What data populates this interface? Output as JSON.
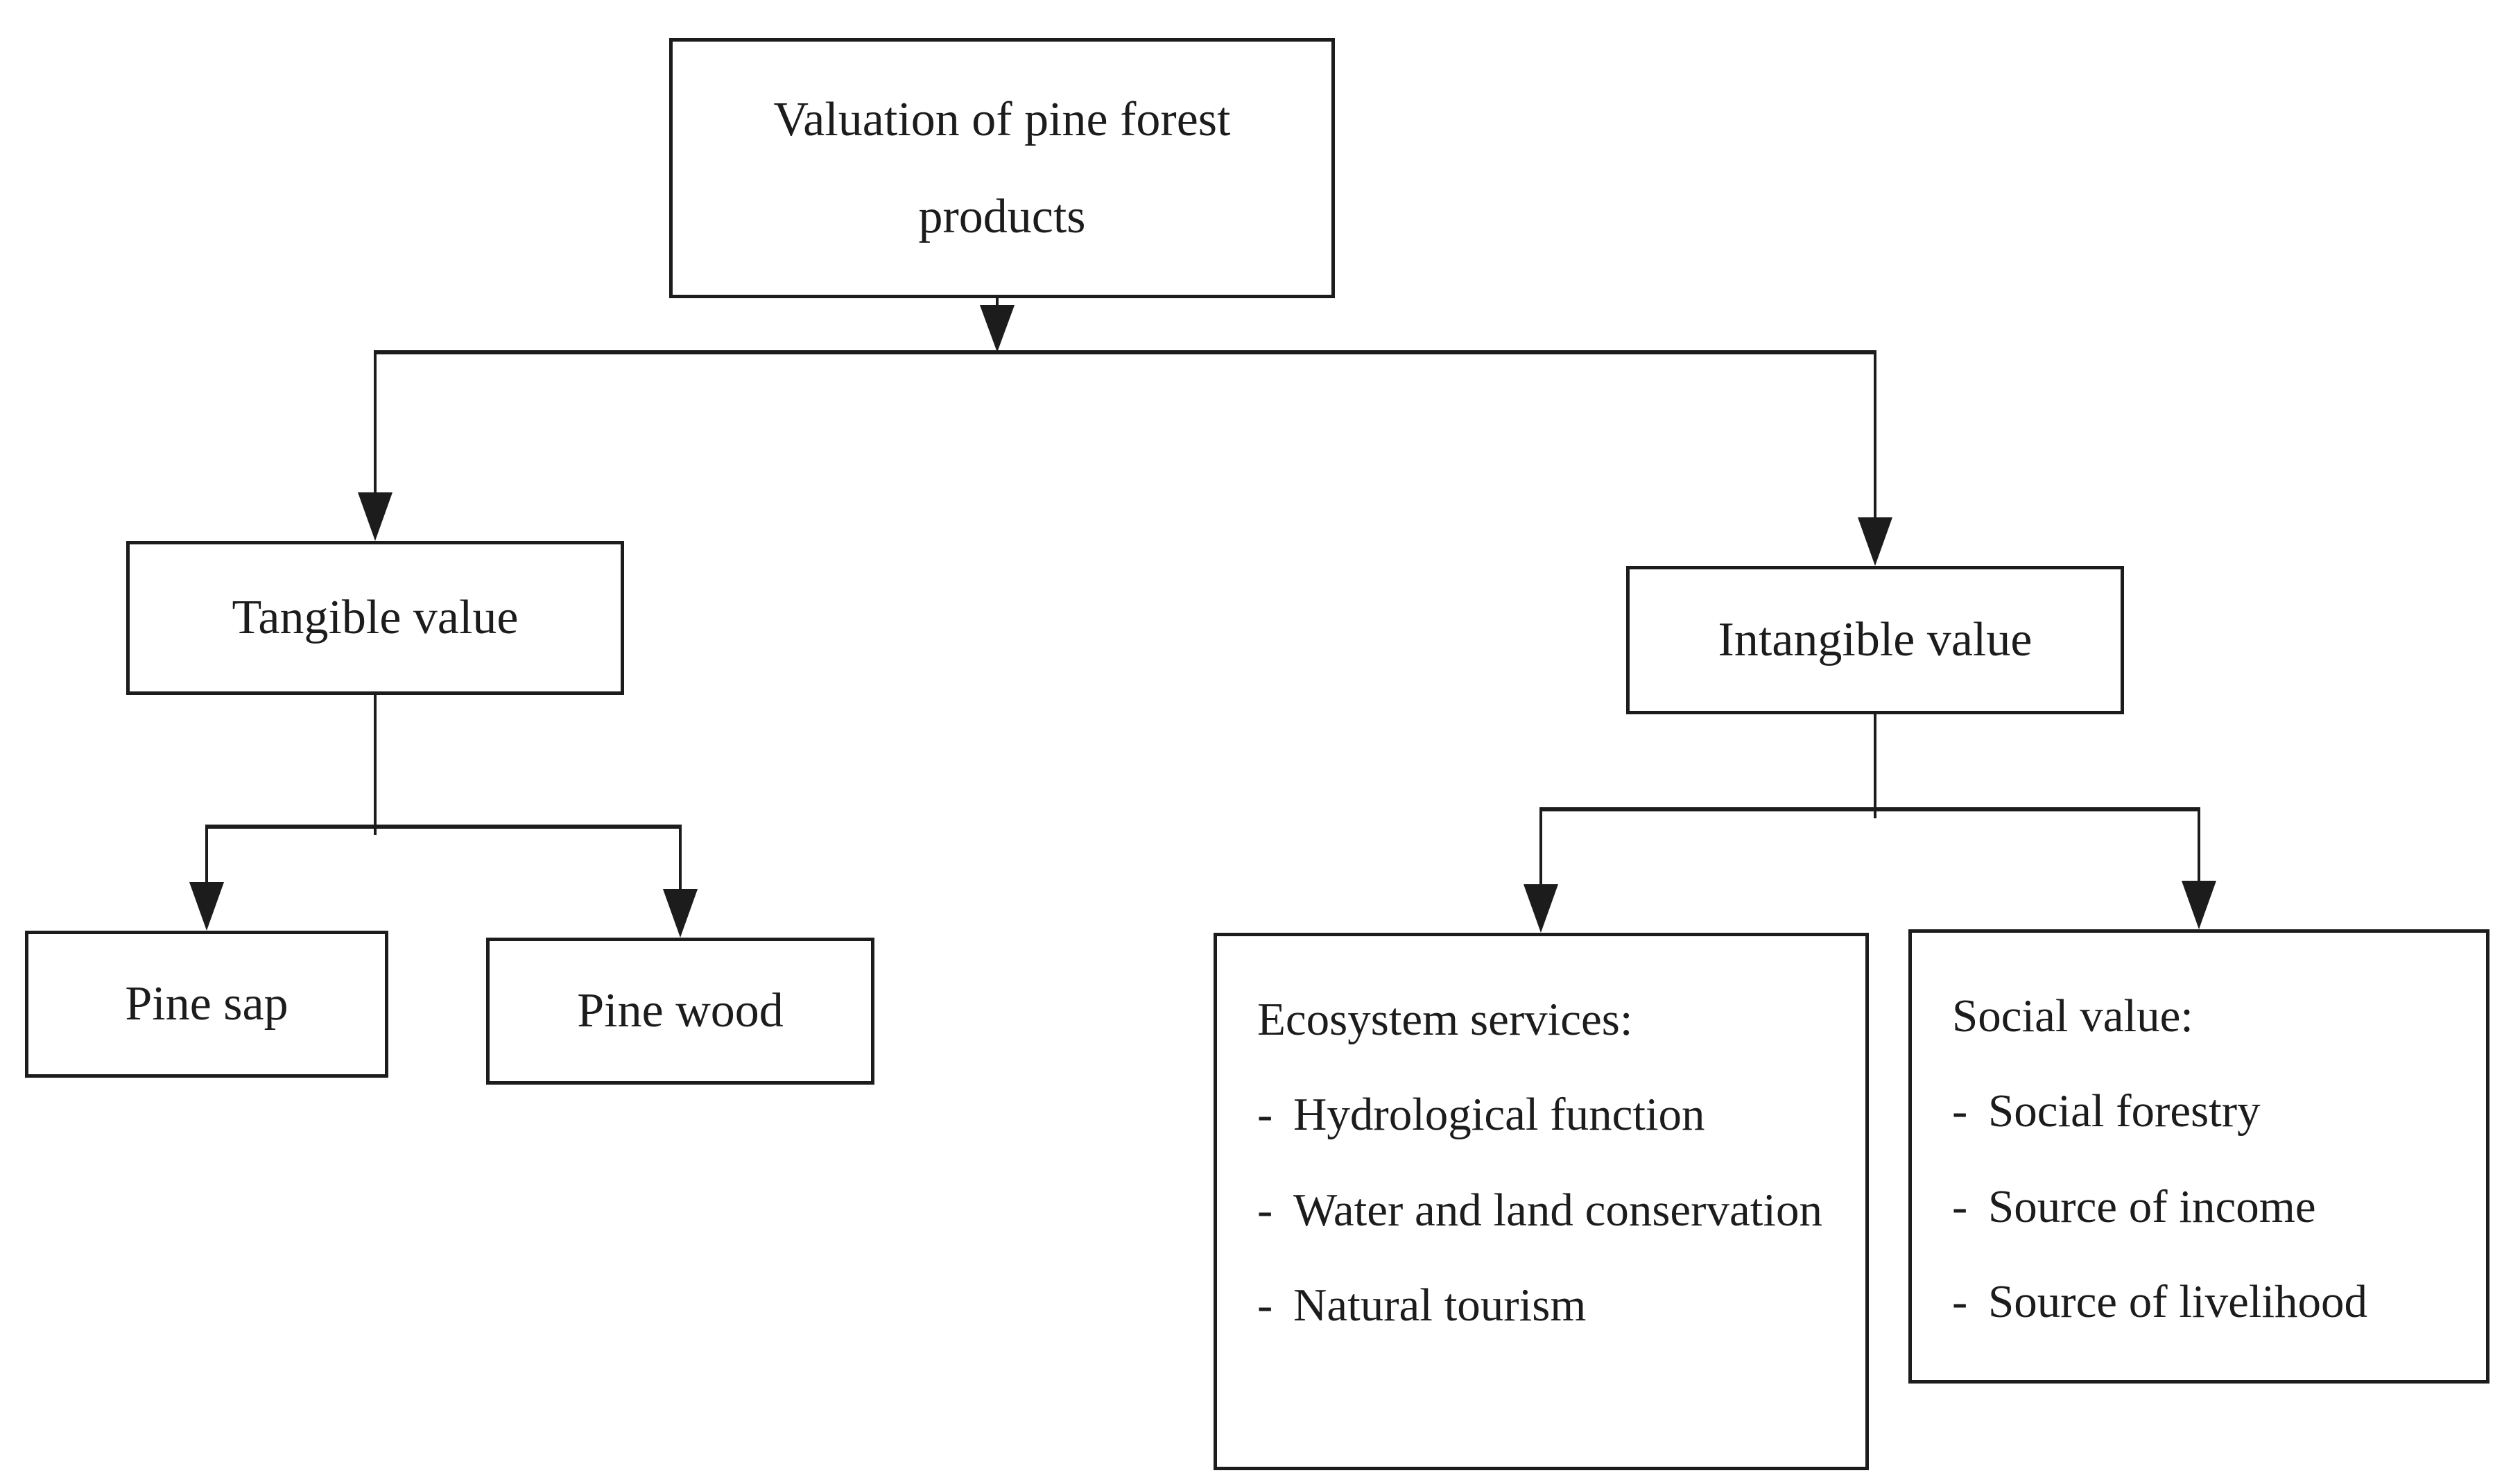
{
  "colors": {
    "ink": "#1c1c1c",
    "background": "#ffffff"
  },
  "nodes": {
    "root": {
      "label": "Valuation of pine forest products",
      "lines": [
        "Valuation of pine forest",
        "products"
      ]
    },
    "tangible": {
      "label": "Tangible value"
    },
    "intangible": {
      "label": "Intangible value"
    },
    "pine_sap": {
      "label": "Pine sap"
    },
    "pine_wood": {
      "label": "Pine wood"
    },
    "ecosystem": {
      "title": "Ecosystem services:",
      "bullet": "-",
      "items": [
        "Hydrological function",
        "Water and land conservation",
        "Natural tourism"
      ]
    },
    "social": {
      "title": "Social value:",
      "bullet": "-",
      "items": [
        "Social forestry",
        "Source of income",
        "Source of livelihood"
      ]
    }
  }
}
